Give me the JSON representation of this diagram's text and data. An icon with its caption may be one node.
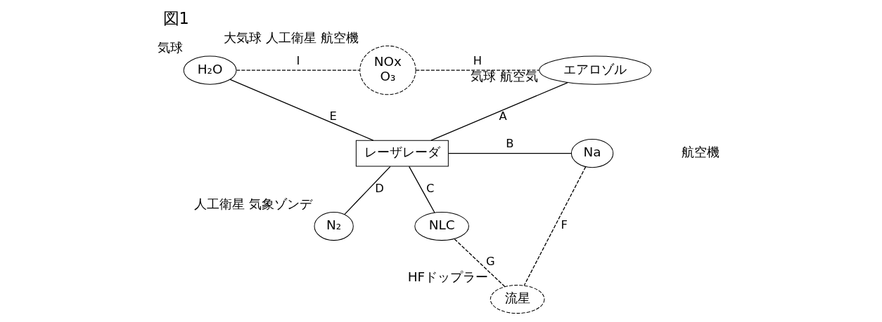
{
  "diagram": {
    "title": "図1",
    "nodes": [
      {
        "text": [
          "H₂O"
        ],
        "beside": [
          "気球"
        ]
      },
      {
        "text": [
          "エアロゾル"
        ],
        "beside": [
          "気球 航空気"
        ]
      },
      {
        "text": [
          "NOx",
          "O₃"
        ],
        "beside": [
          "大気球 人工衛星 航空機"
        ]
      },
      {
        "text": [
          "レーザレーダ"
        ]
      },
      {
        "text": [
          "Na"
        ]
      },
      {
        "text": [
          "流星"
        ],
        "beside": [
          "HFドップラー"
        ]
      },
      {
        "text": [
          "N₂"
        ],
        "beside": [
          "人工衛星 気象ゾンデ"
        ]
      },
      {
        "text": [
          "NLC"
        ]
      }
    ],
    "edges": [
      {
        "from": 1,
        "to": 3,
        "arrow": "none",
        "label": "A"
      },
      {
        "from": 3,
        "to": 4,
        "arrow": "none",
        "label": "B"
      },
      {
        "from": 3,
        "to": 7,
        "arrow": "none",
        "label": "C"
      },
      {
        "from": 3,
        "to": 6,
        "arrow": "none",
        "label": "D"
      },
      {
        "from": 0,
        "to": 3,
        "arrow": "none",
        "label": "E"
      },
      {
        "from": 4,
        "to": 5,
        "arrow": "none",
        "label": "F",
        "style": "dashed"
      },
      {
        "from": 7,
        "to": 5,
        "arrow": "none",
        "label": "G",
        "style": "dashed"
      },
      {
        "from": 2,
        "to": 1,
        "arrow": "none",
        "label": "H",
        "style": "dashed"
      },
      {
        "from": 0,
        "to": 2,
        "arrow": "none",
        "label": "I",
        "style": "dashed"
      }
    ],
    "labels": [
      "航空機"
    ]
  }
}
